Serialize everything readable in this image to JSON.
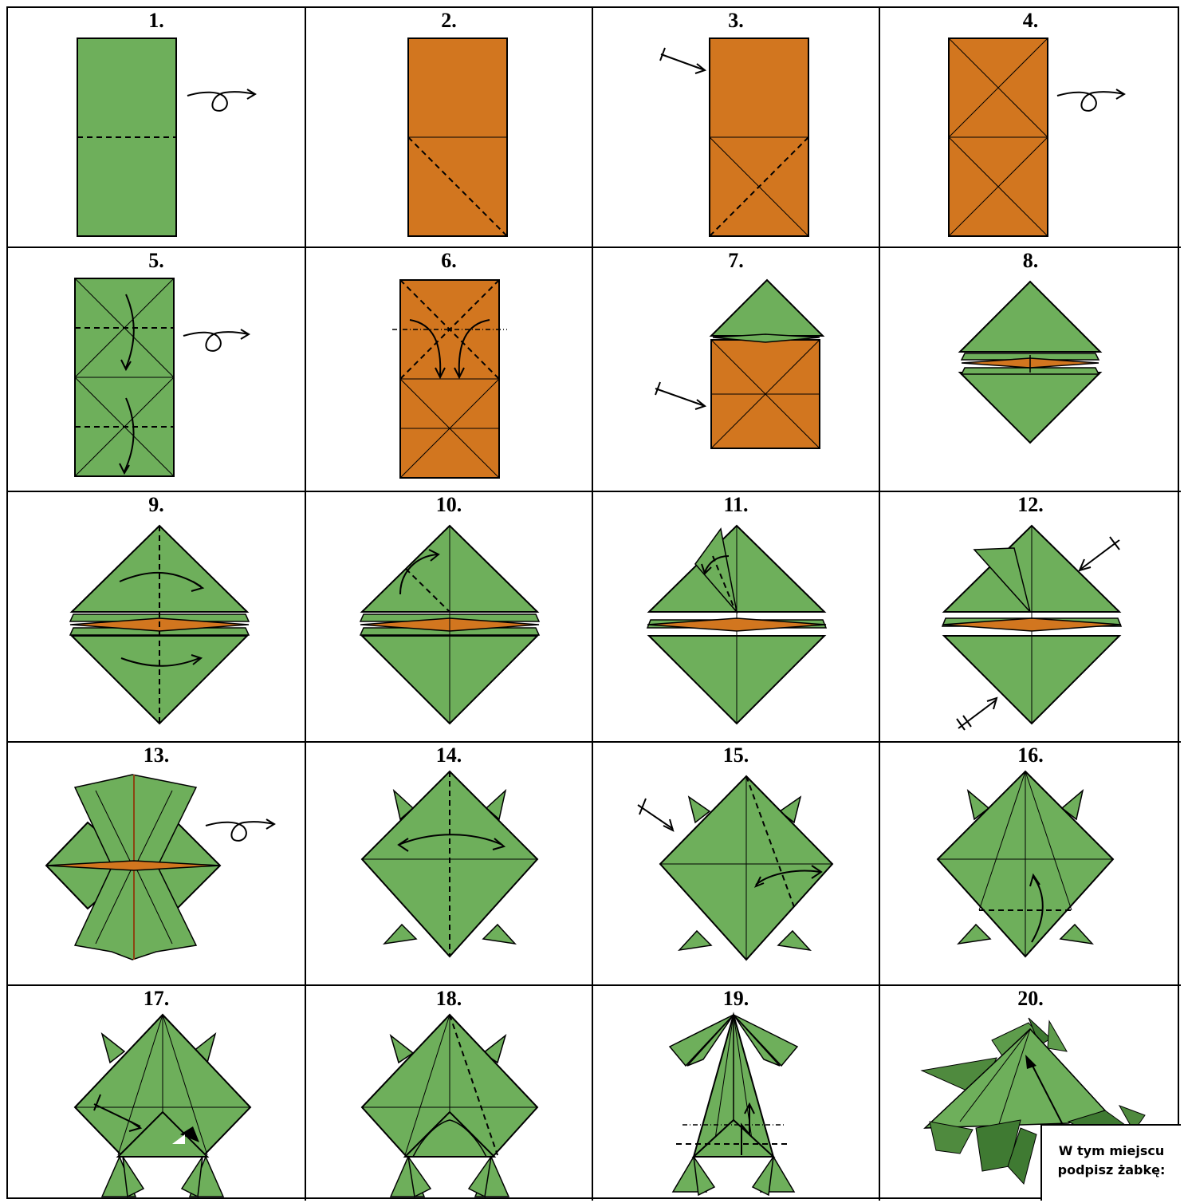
{
  "steps": [
    {
      "label": "1."
    },
    {
      "label": "2."
    },
    {
      "label": "3."
    },
    {
      "label": "4."
    },
    {
      "label": "5."
    },
    {
      "label": "6."
    },
    {
      "label": "7."
    },
    {
      "label": "8."
    },
    {
      "label": "9."
    },
    {
      "label": "10."
    },
    {
      "label": "11."
    },
    {
      "label": "12."
    },
    {
      "label": "13."
    },
    {
      "label": "14."
    },
    {
      "label": "15."
    },
    {
      "label": "16."
    },
    {
      "label": "17."
    },
    {
      "label": "18."
    },
    {
      "label": "19."
    },
    {
      "label": "20."
    }
  ],
  "note": {
    "line1": "W tym miejscu",
    "line2": "podpisz żabkę:"
  },
  "colors": {
    "green": "#6eaf5b",
    "dark_green": "#3f7a32",
    "orange": "#d2761f"
  }
}
